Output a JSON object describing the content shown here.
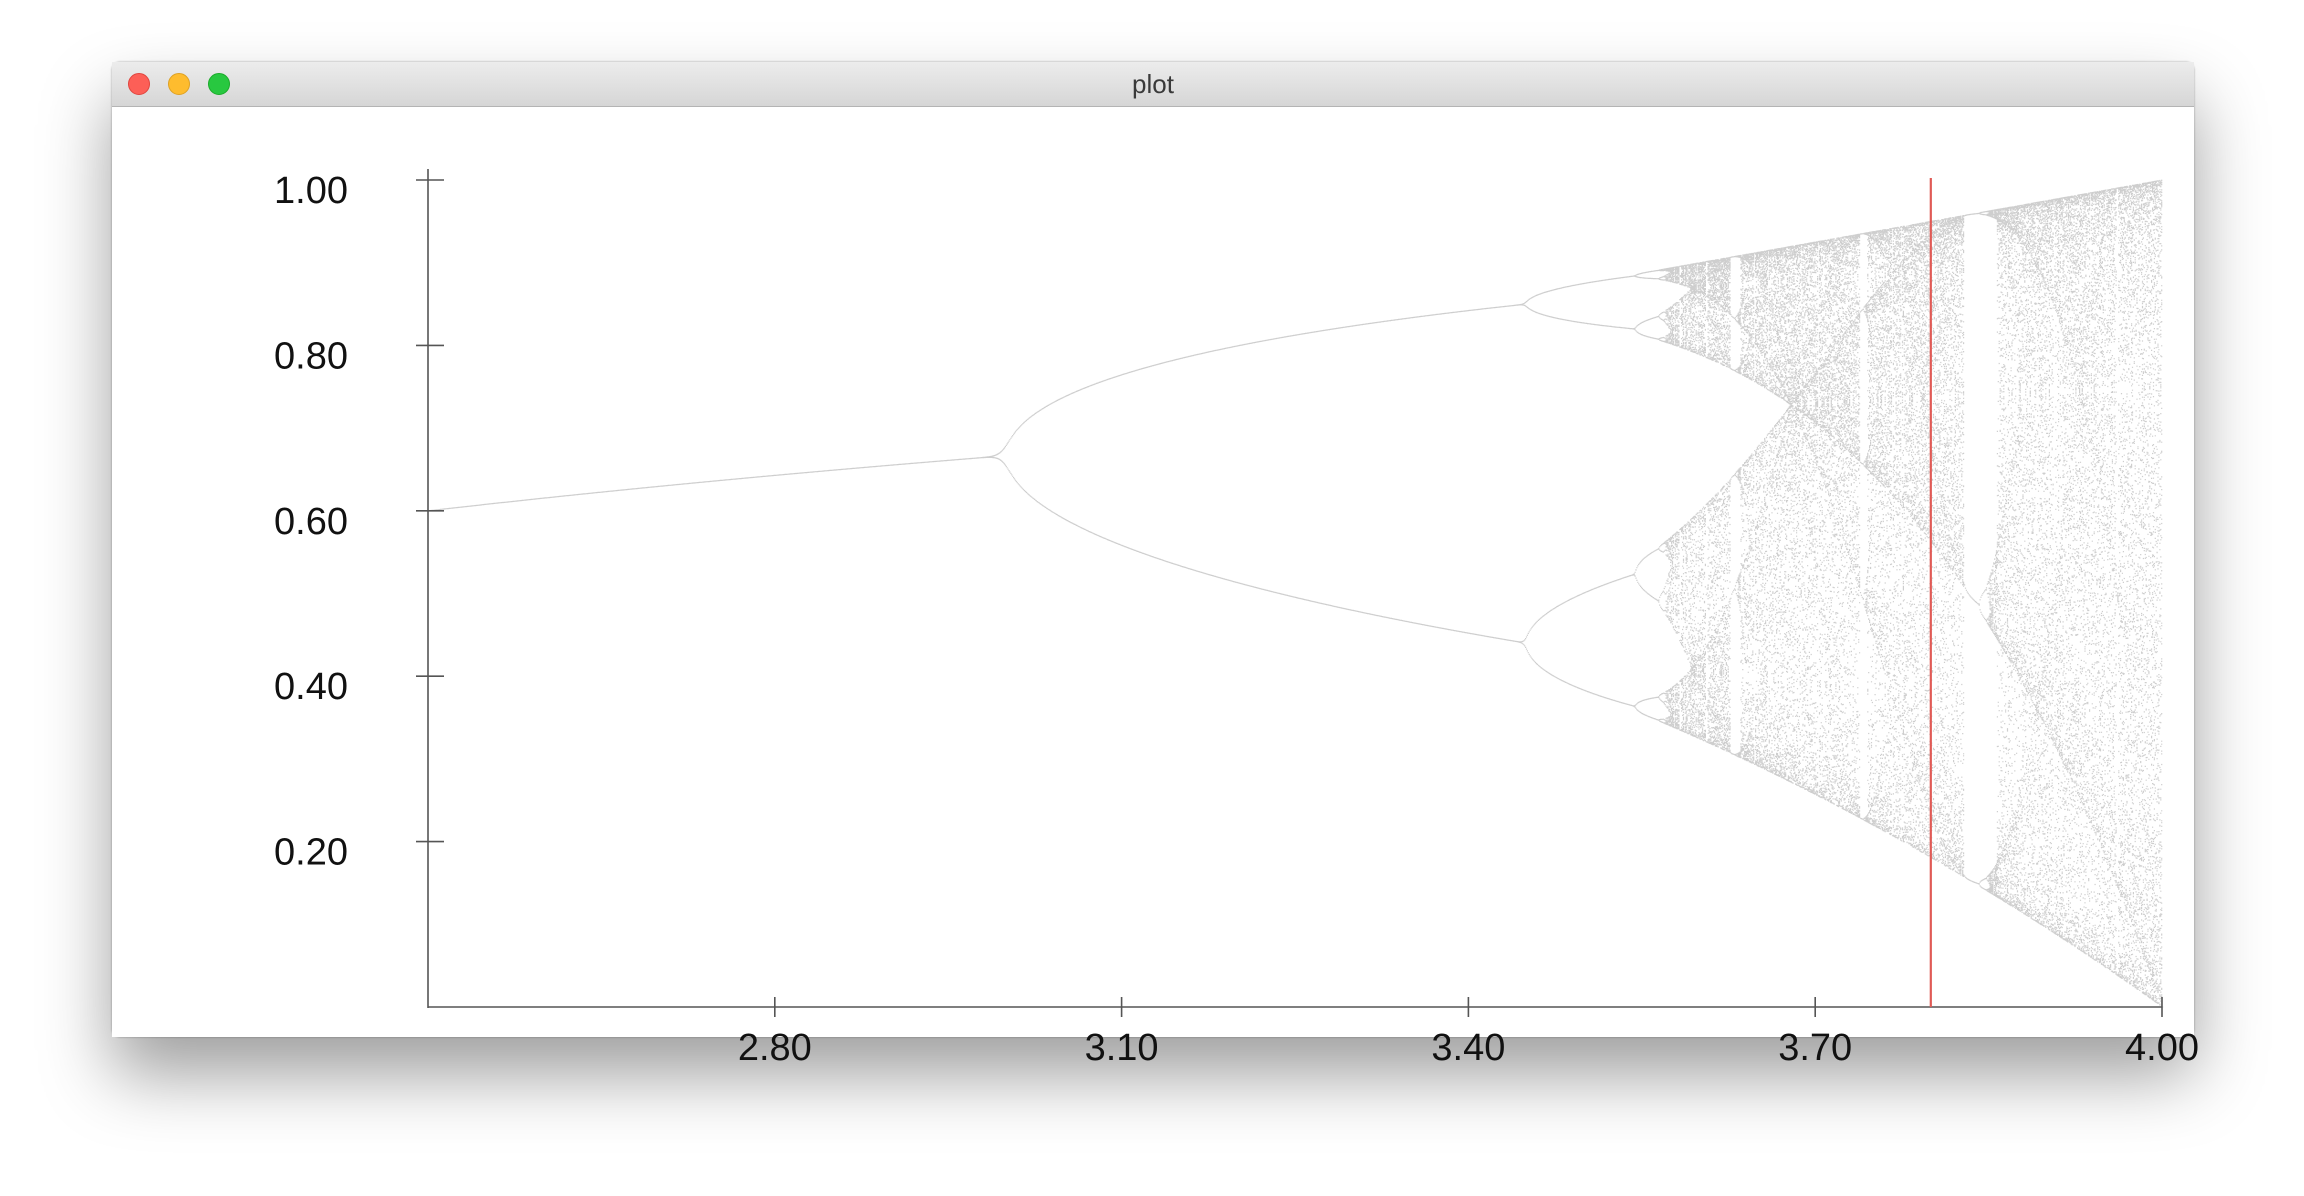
{
  "window": {
    "title": "plot",
    "buttons": [
      "close",
      "minimize",
      "zoom"
    ]
  },
  "chart_data": {
    "type": "scatter",
    "description_note": "",
    "x_ticks": [
      2.8,
      3.1,
      3.4,
      3.7,
      4.0
    ],
    "x_tick_labels": [
      "2.80",
      "3.10",
      "3.40",
      "3.70",
      "4.00"
    ],
    "y_ticks": [
      0.2,
      0.4,
      0.6,
      0.8,
      1.0
    ],
    "y_tick_labels": [
      "0.20",
      "0.40",
      "0.60",
      "0.80",
      "1.00"
    ],
    "xlim": [
      2.5,
      4.0
    ],
    "ylim": [
      0.0,
      1.0
    ],
    "title": "",
    "xlabel": "",
    "ylabel": "",
    "point_color": "#bdbdbd",
    "marker_line": {
      "x": 3.8,
      "color": "#e05a55"
    },
    "grid": false
  }
}
